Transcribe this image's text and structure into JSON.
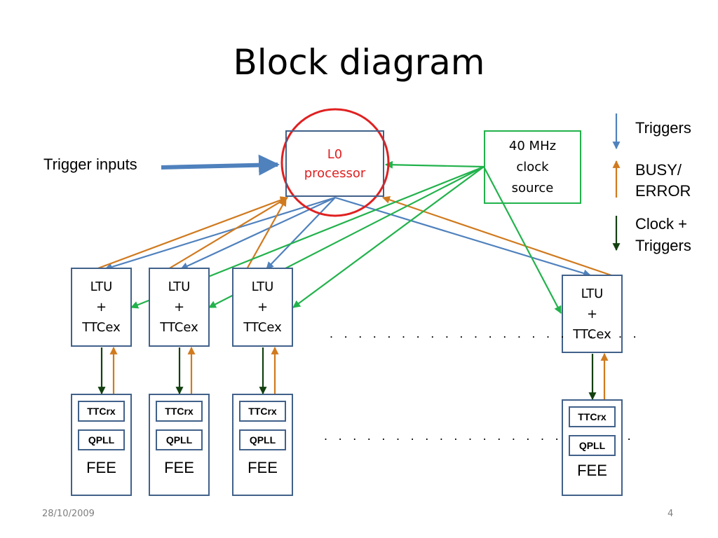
{
  "title": "Block diagram",
  "l0_processor": {
    "line1": "L0",
    "line2": "processor"
  },
  "clock_source": {
    "line1": "40 MHz",
    "line2": "clock",
    "line3": "source"
  },
  "trigger_inputs": "Trigger inputs",
  "legend": {
    "triggers": "Triggers",
    "busy_line1": "BUSY/",
    "busy_line2": "ERROR",
    "clock_line1": "Clock +",
    "clock_line2": "Triggers"
  },
  "ltu_units": [
    {
      "line1": "LTU",
      "line2": "+",
      "line3": "TTCex"
    },
    {
      "line1": "LTU",
      "line2": "+",
      "line3": "TTCex"
    },
    {
      "line1": "LTU",
      "line2": "+",
      "line3": "TTCex"
    },
    {
      "line1": "LTU",
      "line2": "+",
      "line3": "TTCex"
    }
  ],
  "fee_units": [
    {
      "chip1": "TTCrx",
      "chip2": "QPLL",
      "label": "FEE"
    },
    {
      "chip1": "TTCrx",
      "chip2": "QPLL",
      "label": "FEE"
    },
    {
      "chip1": "TTCrx",
      "chip2": "QPLL",
      "label": "FEE"
    },
    {
      "chip1": "TTCrx",
      "chip2": "QPLL",
      "label": "FEE"
    }
  ],
  "ellipsis_ltu": ". . . . . . . . . . . . . . . . . . . . . .",
  "ellipsis_fee": ". . . . . . . . . . . . . . . . . . . . . .",
  "colors": {
    "triggers": "#4f81bd",
    "busy": "#d07a1e",
    "clock_source": "#22b24c",
    "clock_triggers": "#12400f",
    "highlight": "#e02020",
    "box_border": "#41618a"
  },
  "footer": {
    "date": "28/10/2009",
    "page": "4"
  }
}
